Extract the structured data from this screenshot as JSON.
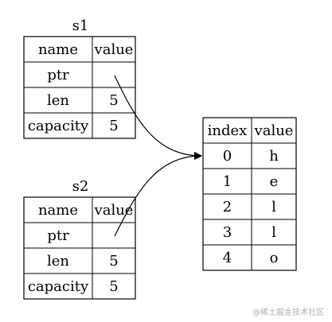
{
  "s1": {
    "title": "s1",
    "header": [
      "name",
      "value"
    ],
    "rows": [
      {
        "name": "ptr",
        "value": ""
      },
      {
        "name": "len",
        "value": "5"
      },
      {
        "name": "capacity",
        "value": "5"
      }
    ]
  },
  "s2": {
    "title": "s2",
    "header": [
      "name",
      "value"
    ],
    "rows": [
      {
        "name": "ptr",
        "value": ""
      },
      {
        "name": "len",
        "value": "5"
      },
      {
        "name": "capacity",
        "value": "5"
      }
    ]
  },
  "heap": {
    "header": [
      "index",
      "value"
    ],
    "rows": [
      {
        "index": "0",
        "value": "h"
      },
      {
        "index": "1",
        "value": "e"
      },
      {
        "index": "2",
        "value": "l"
      },
      {
        "index": "3",
        "value": "l"
      },
      {
        "index": "4",
        "value": "o"
      }
    ]
  },
  "watermark": "@稀土掘金技术社区"
}
